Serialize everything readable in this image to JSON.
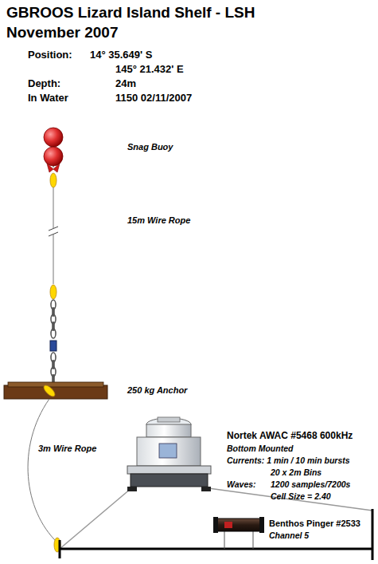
{
  "diagram": {
    "title": "GBROOS Lizard Island Shelf - LSH November 2007",
    "labels": [
      "Position:",
      "14° 35.649' S",
      "145° 21.432' E",
      "Depth:",
      "24m",
      "In Water",
      "1150 02/11/2007",
      "Snag Buoy",
      "15m Wire Rope",
      "250 kg Anchor",
      "3m Wire Rope",
      "Nortek AWAC #5468 600kHz",
      "Bottom Mounted",
      "Currents: 1 min / 10 min bursts",
      "20 x 2m Bins",
      "Waves:",
      "1200 samples/7200s",
      "Cell Size = 2.40",
      "Benthos Pinger #2533",
      "Channel 5"
    ]
  }
}
